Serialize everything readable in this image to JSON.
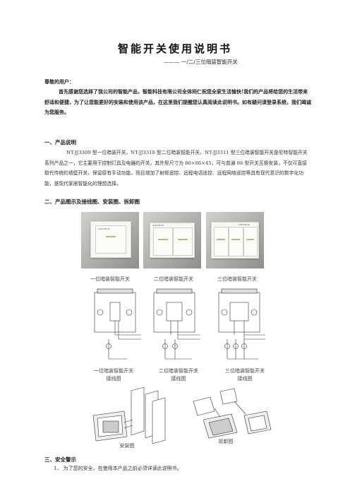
{
  "title": "智能开关使用说明书",
  "subtitle": "——— 一/二/三位暗装智能开关",
  "salutation": "尊敬的用户：",
  "intro": "首先感谢您选择了我公司的智能产品，智能科技有限公司全体同仁祝您全家生活愉快!我们的产品将给您的生活带来舒适和便捷，为了让您能更好的安装和使用该产品，在这里我们提醒您认真阅读此说明书。如有疑问请登录系统，我们竭诚为您服务。",
  "sections": {
    "s1": "一、产品说明",
    "s1_text": "NT-JJ3309 型一位暗装开关，NT-JJ3310 型二位暗装智能开关，NT-JJ3311 型三位暗装智能开关是尼特智能开关系列产品之一，它主要用于控制灯具及电器的开关，其外型尺寸为 86×86×45，可与普通 86 型开关互换安装，不仅可直接取代传统的墙壁开关，保留原有手动功能，而且增加了射频遥控、远程电话遥控、远程网络遥控等具有现代意识的数字化功能，是现代家居智能化的理想选择。",
    "s2": "二、产品图示及接线图、安装图、拆卸图",
    "s3": "三、安全警示",
    "s3_item1": "1、 为了您的安全，在使用本产品之前必须详读此说明书。"
  },
  "figures": {
    "photo_captions": [
      "一位暗装智能开关",
      "二位暗装智能开关",
      "三位暗装智能开关"
    ],
    "wiring_captions": [
      {
        "line1": "一位暗装智能开关",
        "line2": "接线图"
      },
      {
        "line1": "二位暗装智能开关",
        "line2": "接线图"
      },
      {
        "line1": "三位暗装智能开关",
        "line2": "接线图"
      }
    ],
    "install_caption": "安装图",
    "remove_caption": "拆卸图",
    "brand": "NEXTRON"
  }
}
